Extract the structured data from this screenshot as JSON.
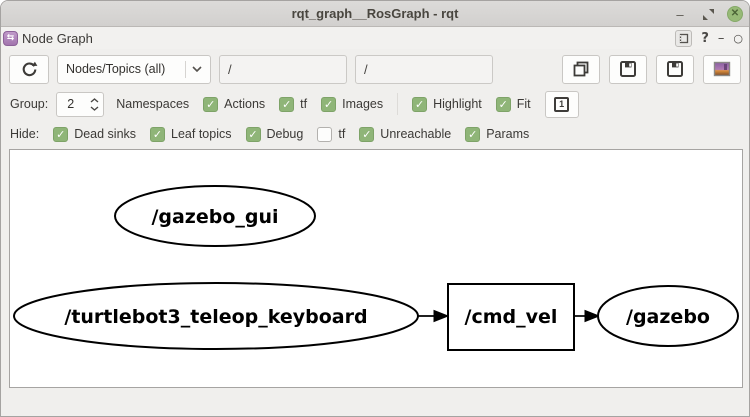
{
  "titlebar": {
    "title": "rqt_graph__RosGraph - rqt",
    "minimize_glyph": "–",
    "close_glyph": "✕"
  },
  "panel": {
    "title": "Node Graph",
    "help_glyph": "?",
    "float_glyph": "–",
    "close_glyph": "○",
    "icon_glyph": "⇆"
  },
  "toolbar": {
    "graph_type_value": "Nodes/Topics (all)",
    "node_filter_value": "/",
    "topic_filter_value": "/"
  },
  "options_row": {
    "group_label": "Group:",
    "group_value": "2",
    "namespaces_label": "Namespaces",
    "checks": [
      {
        "label": "Actions",
        "checked": true
      },
      {
        "label": "tf",
        "checked": true
      },
      {
        "label": "Images",
        "checked": true
      },
      {
        "label": "Highlight",
        "checked": true
      },
      {
        "label": "Fit",
        "checked": true
      }
    ],
    "fit_in_view_glyph": "1"
  },
  "hide_row": {
    "label": "Hide:",
    "checks": [
      {
        "label": "Dead sinks",
        "checked": true
      },
      {
        "label": "Leaf topics",
        "checked": true
      },
      {
        "label": "Debug",
        "checked": true
      },
      {
        "label": "tf",
        "checked": false
      },
      {
        "label": "Unreachable",
        "checked": true
      },
      {
        "label": "Params",
        "checked": true
      }
    ]
  },
  "graph": {
    "nodes": [
      {
        "label": "/gazebo_gui",
        "shape": "ellipse"
      },
      {
        "label": "/turtlebot3_teleop_keyboard",
        "shape": "ellipse"
      },
      {
        "label": "/cmd_vel",
        "shape": "box"
      },
      {
        "label": "/gazebo",
        "shape": "ellipse"
      }
    ],
    "edges": [
      {
        "from": "/turtlebot3_teleop_keyboard",
        "to": "/cmd_vel"
      },
      {
        "from": "/cmd_vel",
        "to": "/gazebo"
      }
    ]
  },
  "colors": {
    "checkbox_green": "#8fb578",
    "close_button_green": "#97ba77",
    "plugin_icon_purple": "#a275ae"
  }
}
